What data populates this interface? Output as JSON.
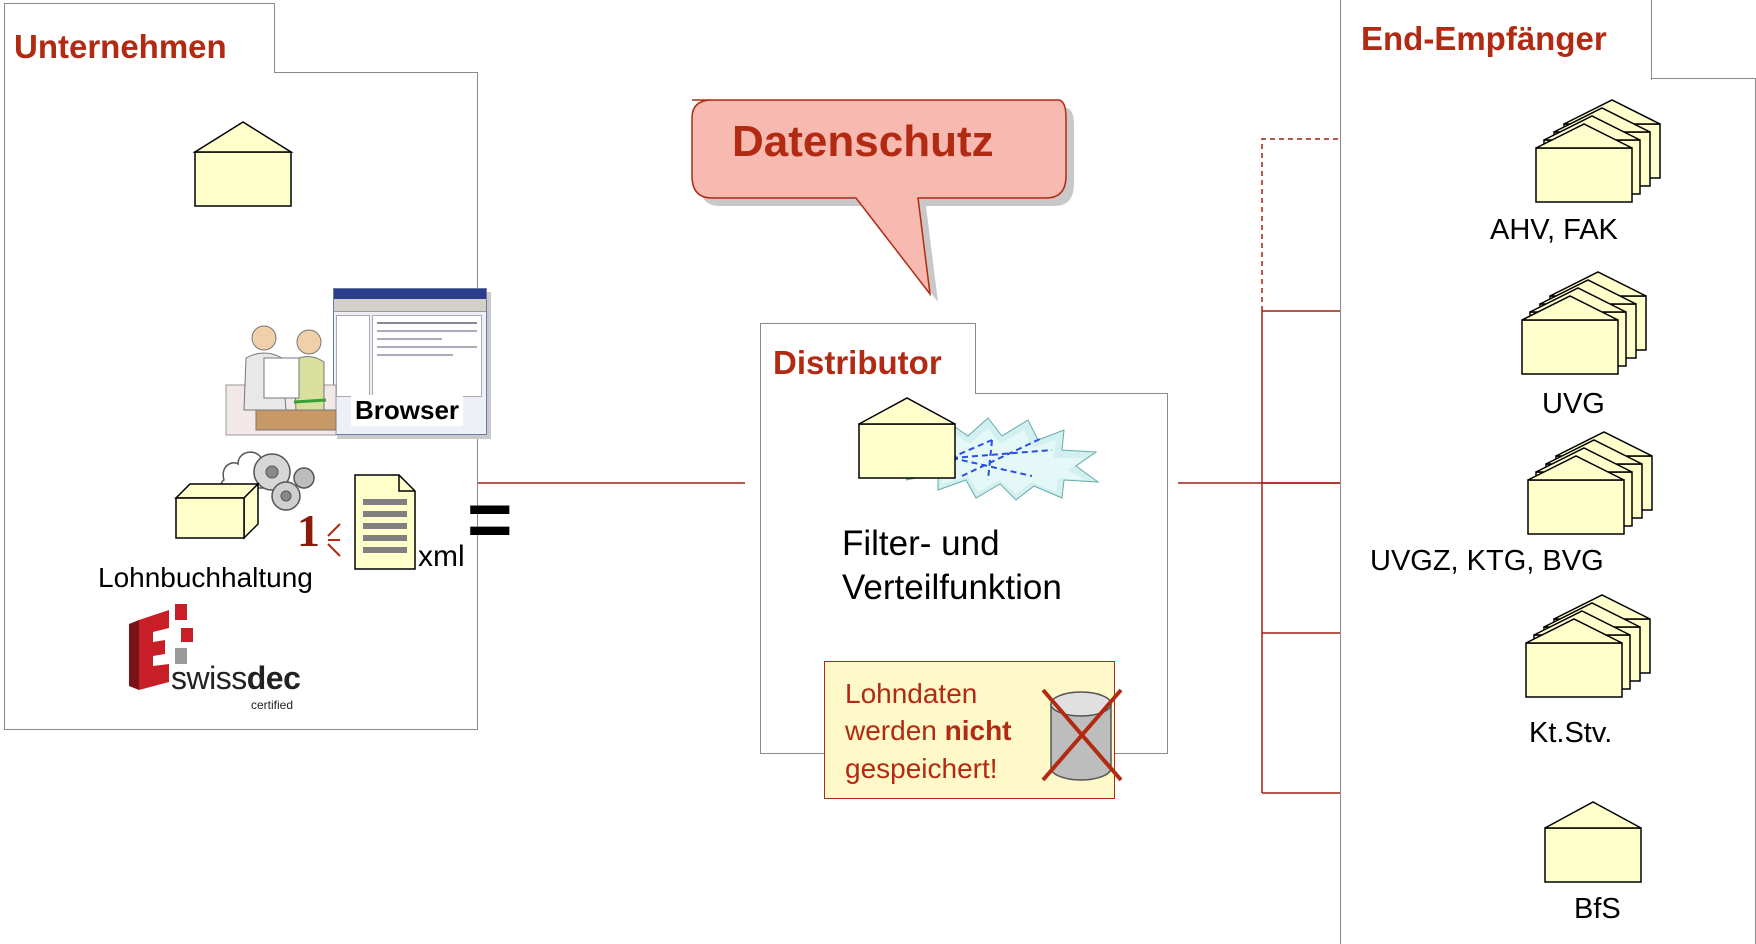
{
  "left": {
    "title": "Unternehmen",
    "browser_label": "Browser",
    "payroll_label": "Lohnbuchhaltung",
    "step_number": "1",
    "xml_label": "xml",
    "equals_sign": "=",
    "logo": {
      "name": "swissdec",
      "name_bold": "dec",
      "name_plain": "swiss",
      "subtitle": "certified"
    }
  },
  "callout": {
    "text": "Datenschutz"
  },
  "center": {
    "title": "Distributor",
    "function_line1": "Filter- und",
    "function_line2": "Verteilfunktion",
    "note_line1": "Lohndaten",
    "note_line2_plain": "werden ",
    "note_line2_bold": "nicht",
    "note_line3": "gespeichert!"
  },
  "right": {
    "title": "End-Empfänger",
    "recipients": [
      "AHV, FAK",
      "UVG",
      "UVGZ, KTG, BVG",
      "Kt.Stv.",
      "BfS"
    ]
  },
  "colors": {
    "accent": "#b22a12",
    "envelope_fill": "#ffffcc",
    "callout_fill": "#f7b9b0",
    "note_fill": "#fff8c8",
    "line": "#a31f12"
  },
  "icons": [
    "envelope-icon",
    "people-browser-illustration",
    "gears-icon",
    "document-icon",
    "database-icon",
    "network-star-icon"
  ]
}
